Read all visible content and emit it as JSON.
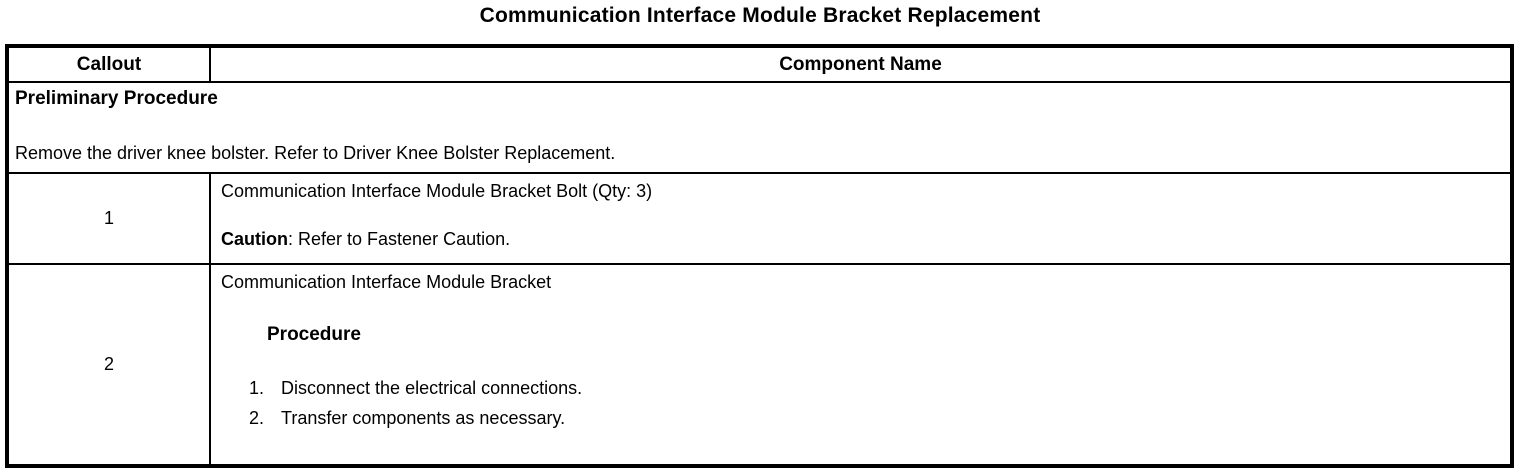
{
  "title": "Communication Interface Module Bracket Replacement",
  "colors": {
    "background": "#ffffff",
    "text": "#000000",
    "border": "#000000"
  },
  "table": {
    "headers": {
      "callout": "Callout",
      "component": "Component Name"
    },
    "preliminary": {
      "heading": "Preliminary Procedure",
      "text": "Remove the driver knee bolster. Refer to Driver Knee Bolster Replacement."
    },
    "rows": [
      {
        "callout": "1",
        "name": "Communication Interface Module Bracket Bolt (Qty: 3)",
        "caution_label": "Caution",
        "caution_rest": ": Refer to Fastener Caution."
      },
      {
        "callout": "2",
        "name": "Communication Interface Module Bracket",
        "procedure_heading": "Procedure",
        "steps": [
          {
            "num": "1.",
            "text": "Disconnect the electrical connections."
          },
          {
            "num": "2.",
            "text": "Transfer components as necessary."
          }
        ]
      }
    ]
  }
}
